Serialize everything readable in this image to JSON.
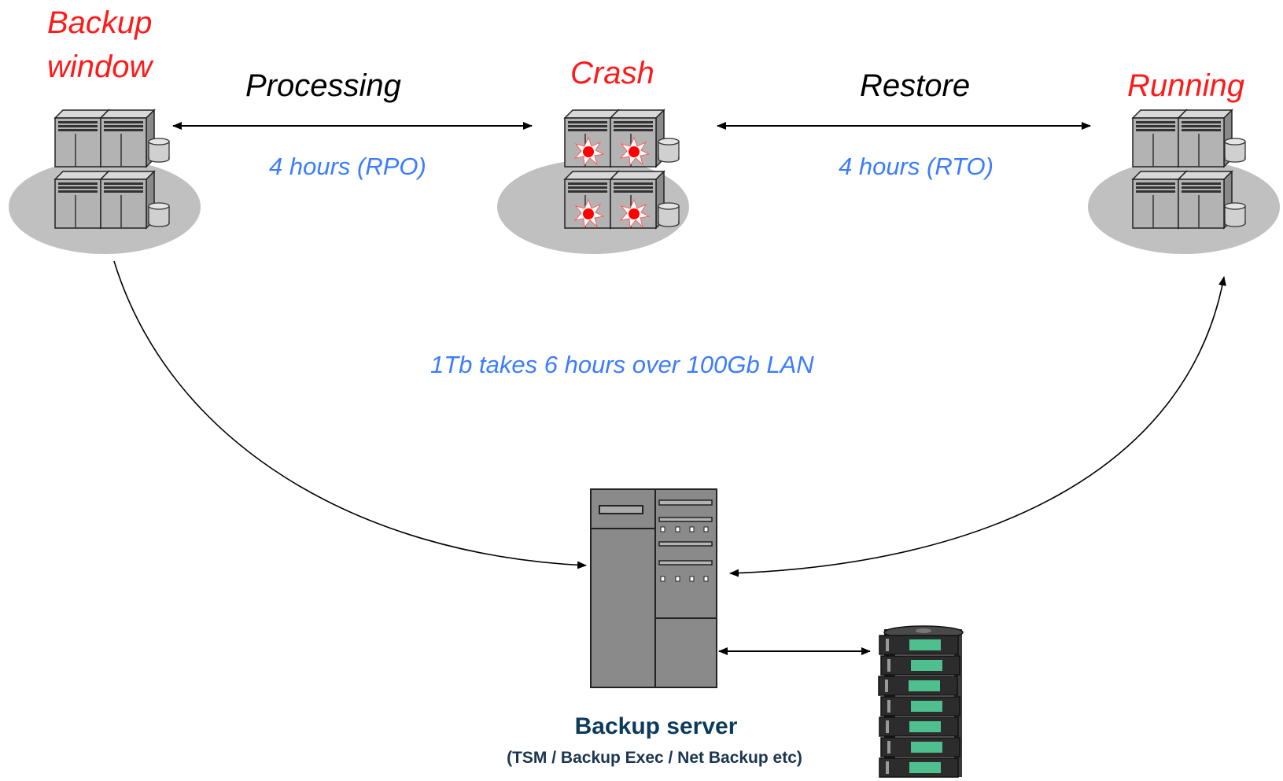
{
  "labels": {
    "backup_window_line1": "Backup",
    "backup_window_line2": "window",
    "crash": "Crash",
    "running": "Running",
    "processing": "Processing",
    "restore": "Restore",
    "rpo": "4 hours (RPO)",
    "rto": "4 hours (RTO)",
    "lan_note": "1Tb takes 6 hours over 100Gb LAN",
    "server_title": "Backup server",
    "server_subtitle": "(TSM / Backup Exec / Net Backup etc)"
  },
  "icons": {
    "left_cluster": "server-cluster-icon",
    "middle_cluster": "crashed-server-cluster-icon",
    "right_cluster": "server-cluster-icon",
    "backup_server": "backup-server-tower-icon",
    "tapes": "tape-stack-icon"
  },
  "colors": {
    "state_label": "#ff1a1a",
    "phase_label": "#000000",
    "duration_label": "#3b7cff",
    "server_label": "#0c3a5a",
    "platform": "#c0c0c0",
    "crash_indicator": "#ff0000"
  }
}
